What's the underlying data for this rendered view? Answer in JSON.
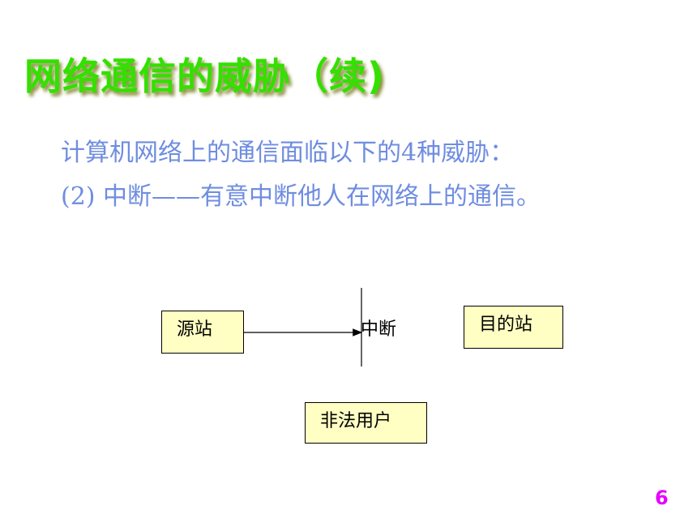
{
  "title": "网络通信的威胁（续)",
  "body": {
    "line1": "计算机网络上的通信面临以下的4种威胁：",
    "line2": "(2) 中断——有意中断他人在网络上的通信。"
  },
  "diagram": {
    "source_label": "源站",
    "destination_label": "目的站",
    "interrupt_label": "中断",
    "intruder_label": "非法用户"
  },
  "page_number": "6",
  "colors": {
    "title": "#33e000",
    "body_text": "#6f8de0",
    "box_fill": "#ffffc4",
    "page_number": "#e600ff"
  }
}
